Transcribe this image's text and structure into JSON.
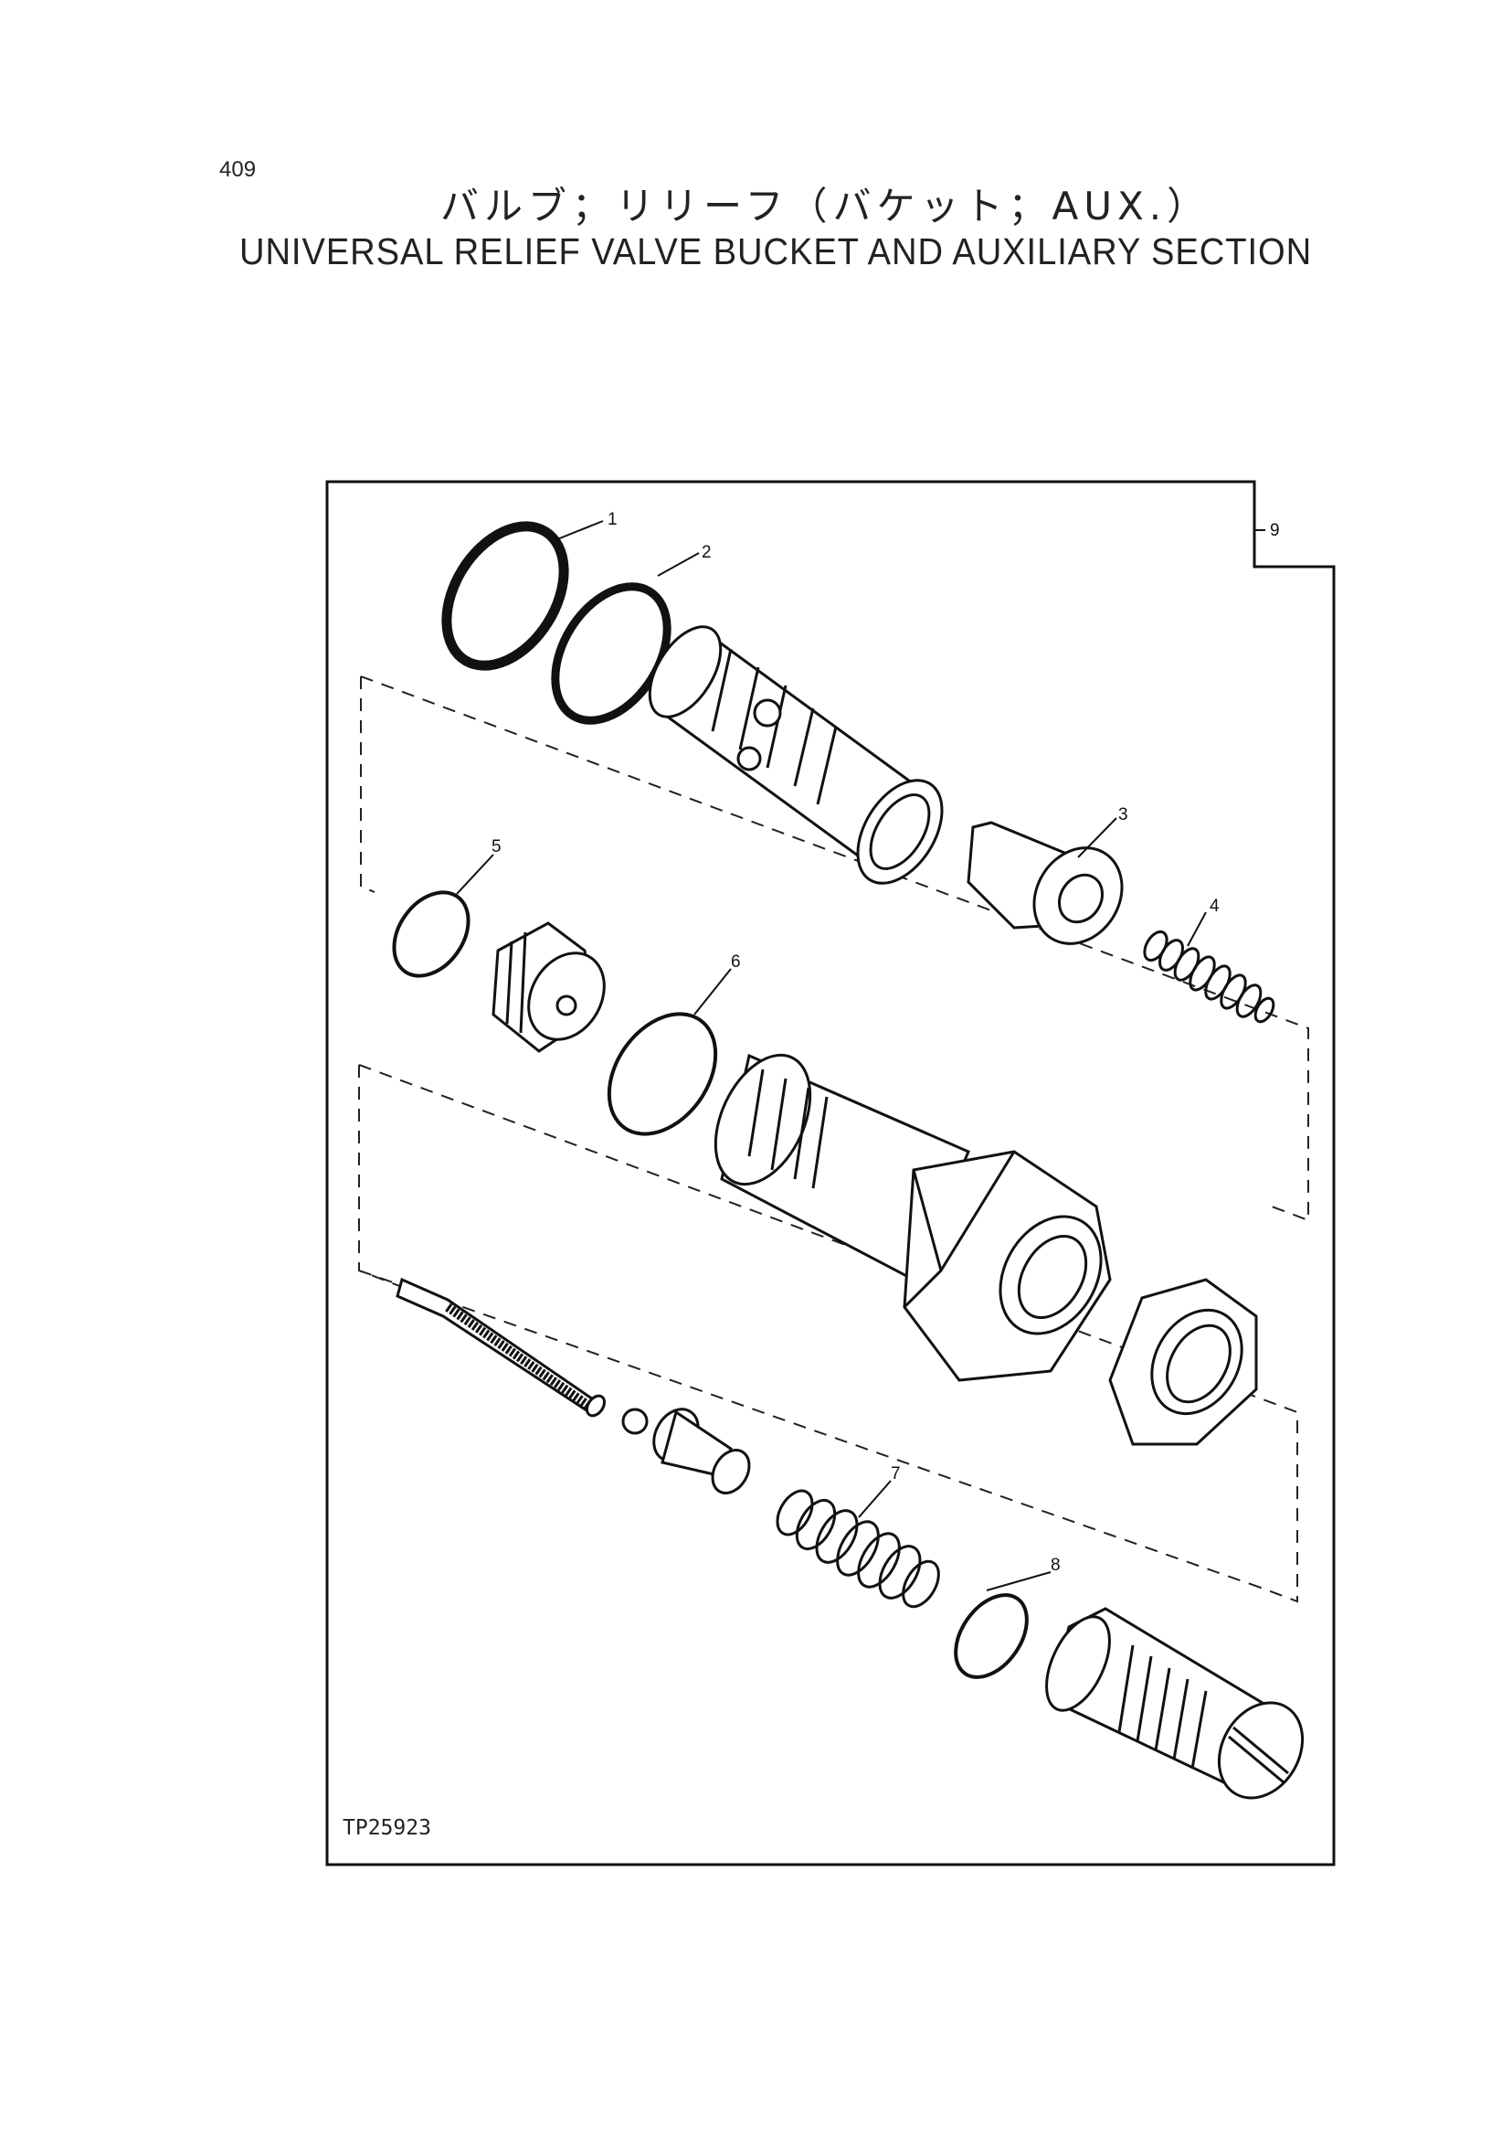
{
  "page": {
    "number": "409",
    "title_ja": "バルブ；リリーフ（バケット；AUX.）",
    "title_en": "UNIVERSAL RELIEF VALVE BUCKET AND AUXILIARY SECTION"
  },
  "figure": {
    "id": "TP25923",
    "callouts": [
      "1",
      "2",
      "3",
      "4",
      "5",
      "6",
      "7",
      "8",
      "9"
    ]
  }
}
